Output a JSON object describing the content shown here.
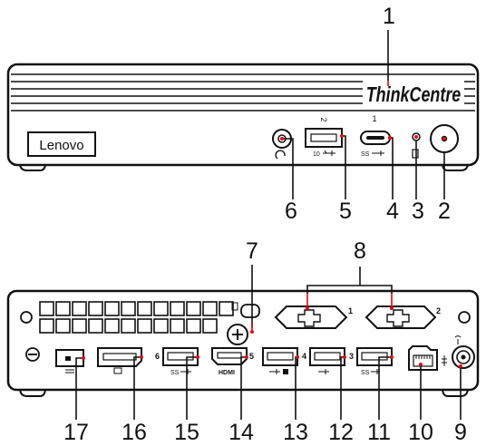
{
  "brand": {
    "lenovo": "Lenovo",
    "thinkcentre": "ThinkCentre"
  },
  "front_port_marks": {
    "usb_a_number": "2",
    "usb_a_icon": "10",
    "usb_c_number": "1",
    "usb_c_icon": "SS"
  },
  "rear_port_marks": {
    "expansion_1": "1",
    "expansion_2": "2",
    "usb_6": "6",
    "hdmi_5": "5",
    "usb_4": "4",
    "usb_3": "3",
    "ss_a": "SS",
    "ss_b": "SS",
    "hdmi_logo": "HDMI"
  },
  "callouts": {
    "c1": "1",
    "c2": "2",
    "c3": "3",
    "c4": "4",
    "c5": "5",
    "c6": "6",
    "c7": "7",
    "c8": "8",
    "c9": "9",
    "c10": "10",
    "c11": "11",
    "c12": "12",
    "c13": "13",
    "c14": "14",
    "c15": "15",
    "c16": "16",
    "c17": "17"
  },
  "colors": {
    "line": "#111111",
    "leader": "#e30613"
  }
}
